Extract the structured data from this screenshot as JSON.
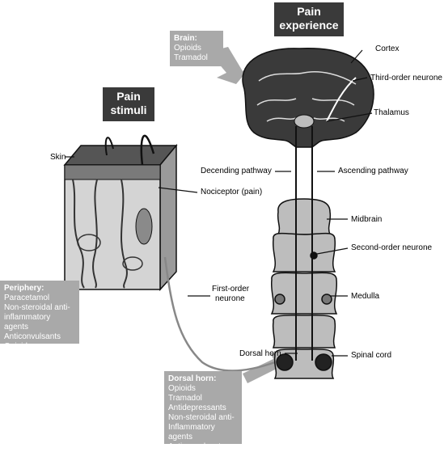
{
  "titles": {
    "pain_experience": [
      "Pain",
      "experience"
    ],
    "pain_stimuli": [
      "Pain",
      "stimuli"
    ]
  },
  "drug_boxes": {
    "brain": {
      "heading": "Brain:",
      "items": [
        "Opioids",
        "Tramadol"
      ]
    },
    "periphery": {
      "heading": "Periphery:",
      "items": [
        "Paracetamol",
        "Non-steroidal anti-",
        "inflammatory agents",
        "Anticonvulsants",
        "Opioids"
      ]
    },
    "dorsal_horn": {
      "heading": "Dorsal horn:",
      "items": [
        "Opioids",
        "Tramadol",
        "Antidepressants",
        "Non-steroidal anti-",
        "Inflammatory agents",
        "Anticonvulsants"
      ]
    }
  },
  "labels": {
    "cortex": "Cortex",
    "third_order_neurone": "Third-order neurone",
    "thalamus": "Thalamus",
    "skin": "Skin",
    "decending_pathway": "Decending pathway",
    "ascending_pathway": "Ascending pathway",
    "nociceptor": "Nociceptor (pain)",
    "midbrain": "Midbrain",
    "second_order_neurone": "Second-order neurone",
    "first_order_neurone": [
      "First-order",
      "neurone"
    ],
    "medulla": "Medulla",
    "dorsal_horn": "Dorsal horn",
    "spinal_cord": "Spinal cord"
  },
  "colors": {
    "title_box": "#3a3a3a",
    "drug_box": "#a9a9a9",
    "tissue": "#bdbdbd",
    "outline": "#111111"
  }
}
